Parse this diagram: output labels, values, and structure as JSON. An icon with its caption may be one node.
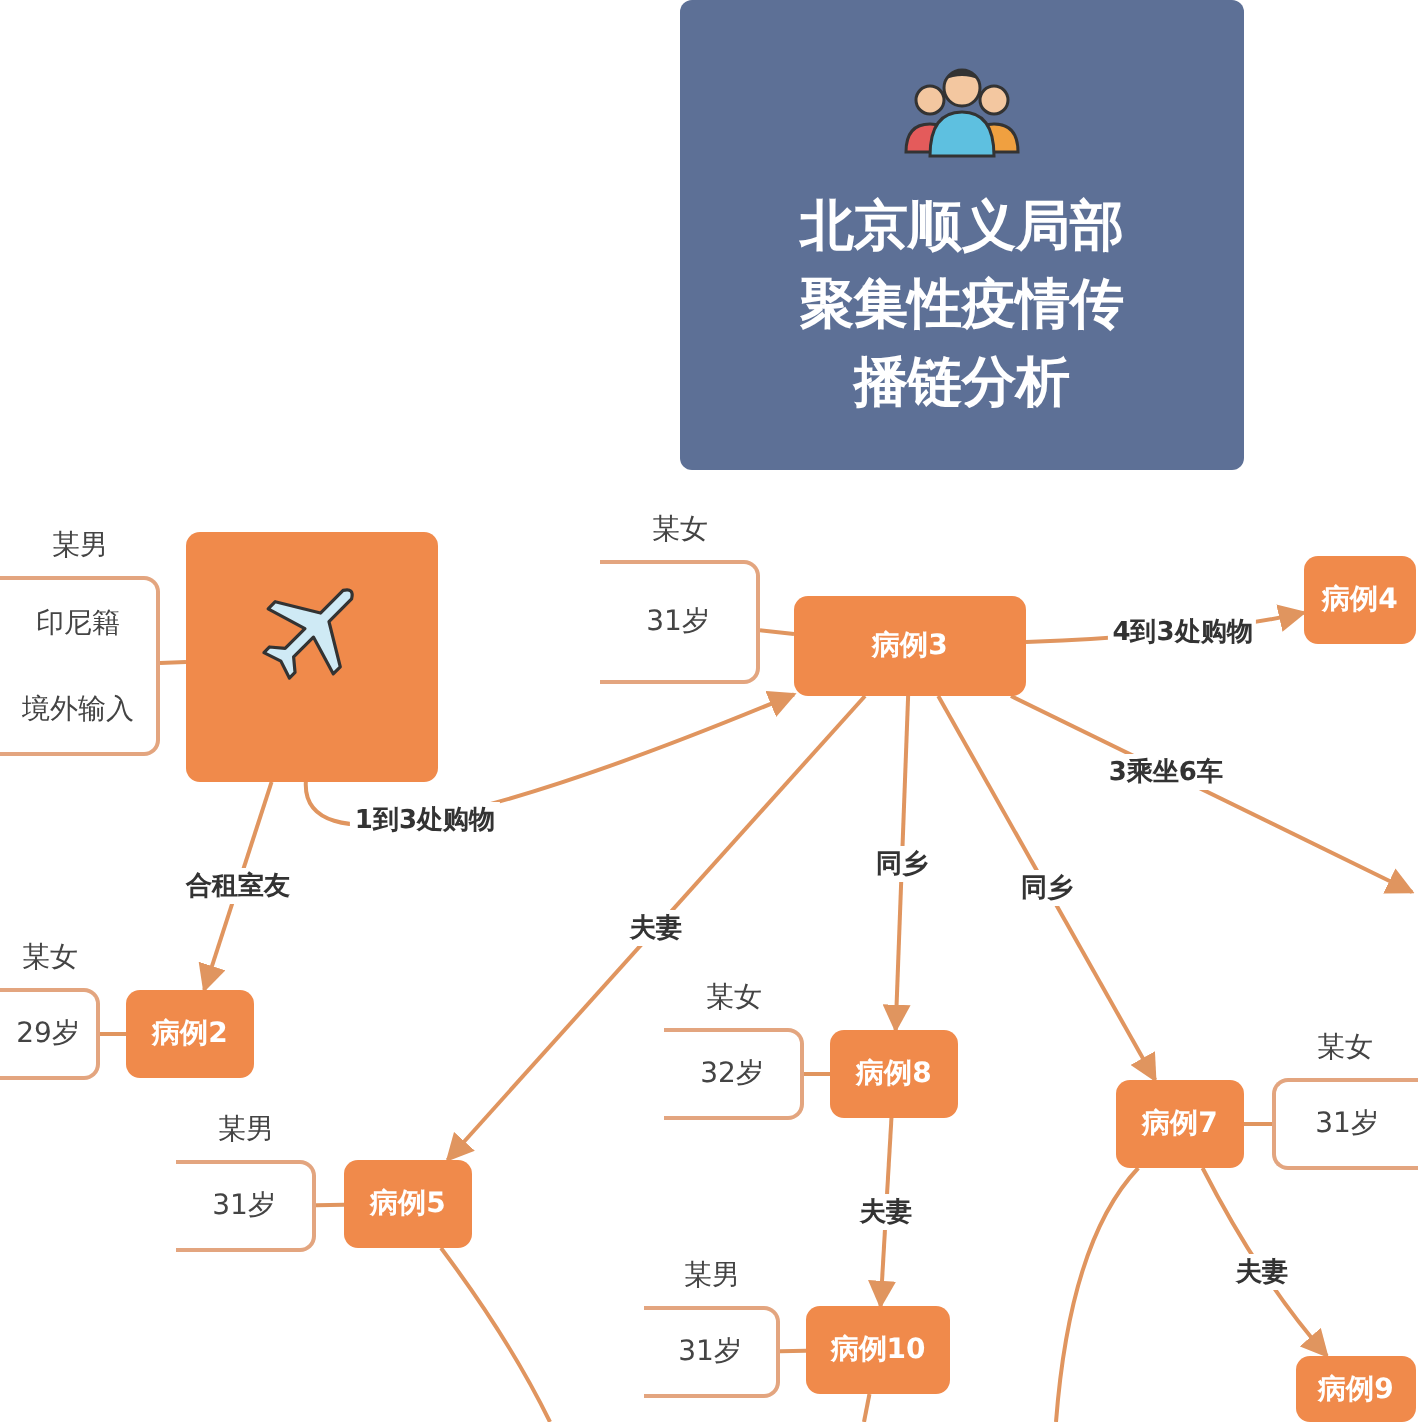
{
  "diagram": {
    "nodes": [
      {
        "text": [
          "北京顺义局部聚集性疫情传播链分析"
        ]
      },
      {
        "text": [],
        "shape": "box"
      },
      {
        "text": [
          "某男",
          "印尼籍",
          "境外输入"
        ]
      },
      {
        "text": [
          "病例3"
        ]
      },
      {
        "text": [
          "某女",
          "31岁"
        ]
      },
      {
        "text": [
          "病例4"
        ]
      },
      {
        "text": [
          "病例2"
        ]
      },
      {
        "text": [
          "某女",
          "29岁"
        ]
      },
      {
        "text": [
          "病例8"
        ]
      },
      {
        "text": [
          "某女",
          "32岁"
        ]
      },
      {
        "text": [
          "病例5"
        ]
      },
      {
        "text": [
          "某男",
          "31岁"
        ]
      },
      {
        "text": [
          "病例7"
        ]
      },
      {
        "text": [
          "某女",
          "31岁"
        ]
      },
      {
        "text": [
          "病例10"
        ]
      },
      {
        "text": [
          "某男",
          "31岁"
        ]
      },
      {
        "text": [
          "病例9"
        ]
      }
    ],
    "edges": [
      {
        "from": 1,
        "to": 6,
        "arrow": "to",
        "label": "合租室友"
      },
      {
        "from": 1,
        "to": 3,
        "arrow": "to",
        "label": "1到3处购物"
      },
      {
        "from": 3,
        "to": 5,
        "arrow": "to",
        "label": "4到3处购物"
      },
      {
        "from": 3,
        "to": null,
        "arrow": "to",
        "label": "3乘坐6车"
      },
      {
        "from": 3,
        "to": 10,
        "arrow": "to",
        "label": "夫妻"
      },
      {
        "from": 3,
        "to": 8,
        "arrow": "to",
        "label": "同乡"
      },
      {
        "from": 3,
        "to": 12,
        "arrow": "to",
        "label": "同乡"
      },
      {
        "from": 8,
        "to": 14,
        "arrow": "to",
        "label": "夫妻"
      },
      {
        "from": 12,
        "to": 16,
        "arrow": "to",
        "label": "夫妻"
      },
      {
        "from": 10,
        "to": null,
        "arrow": "none"
      },
      {
        "from": 14,
        "to": null,
        "arrow": "none"
      },
      {
        "from": 12,
        "to": null,
        "arrow": "none"
      },
      {
        "from": 2,
        "to": 1,
        "arrow": "none"
      },
      {
        "from": 4,
        "to": 3,
        "arrow": "none"
      },
      {
        "from": 7,
        "to": 6,
        "arrow": "none"
      },
      {
        "from": 9,
        "to": 8,
        "arrow": "none"
      },
      {
        "from": 11,
        "to": 10,
        "arrow": "none"
      },
      {
        "from": 13,
        "to": 12,
        "arrow": "none"
      },
      {
        "from": 15,
        "to": 14,
        "arrow": "none"
      }
    ]
  }
}
